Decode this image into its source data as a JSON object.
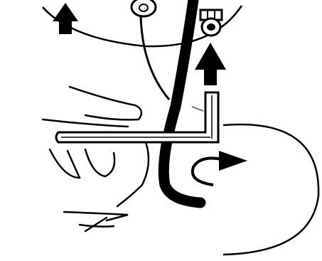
{
  "illustration": {
    "colors": {
      "ink": "#000000",
      "paper": "#ffffff",
      "shade": "#6b6b6b"
    },
    "parts": [
      "up-arrow-icon",
      "knob-with-wire",
      "cap-nut",
      "curved-hose",
      "hex-key-tool",
      "hand",
      "rotate-clockwise-arrow-icon",
      "detail-callout-circle"
    ]
  }
}
